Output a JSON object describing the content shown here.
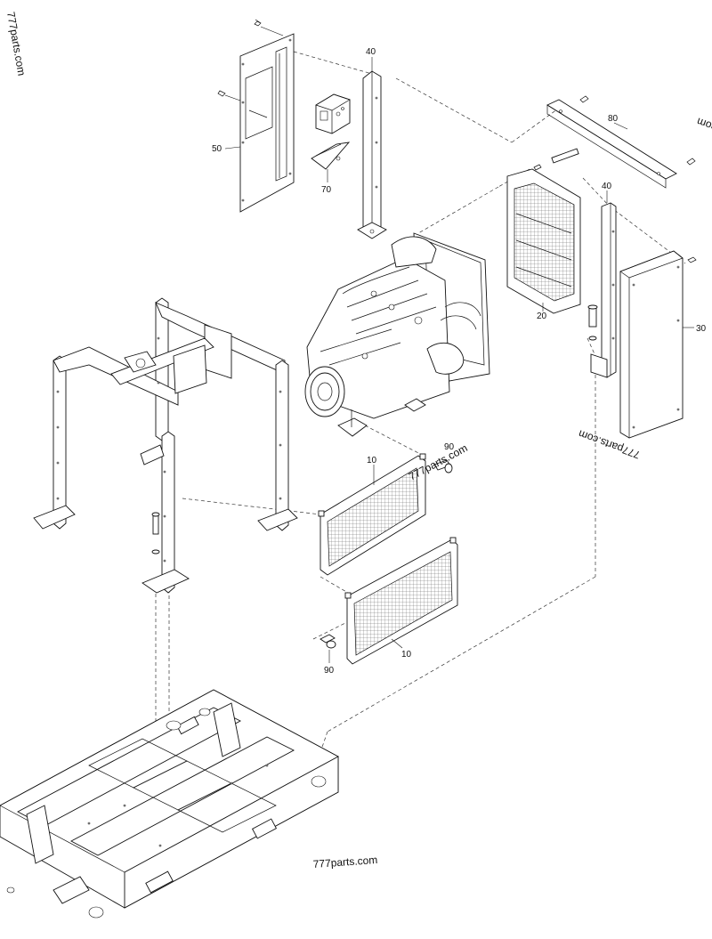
{
  "callouts": {
    "c10a": "10",
    "c10b": "10",
    "c20": "20",
    "c30": "30",
    "c40a": "40",
    "c40b": "40",
    "c50": "50",
    "c70": "70",
    "c80": "80",
    "c90a": "90",
    "c90b": "90"
  },
  "watermarks": {
    "left": "777parts.com",
    "center": "777parts.com",
    "right": "777parts.com",
    "bottom": "777parts.com",
    "edge": "com"
  }
}
